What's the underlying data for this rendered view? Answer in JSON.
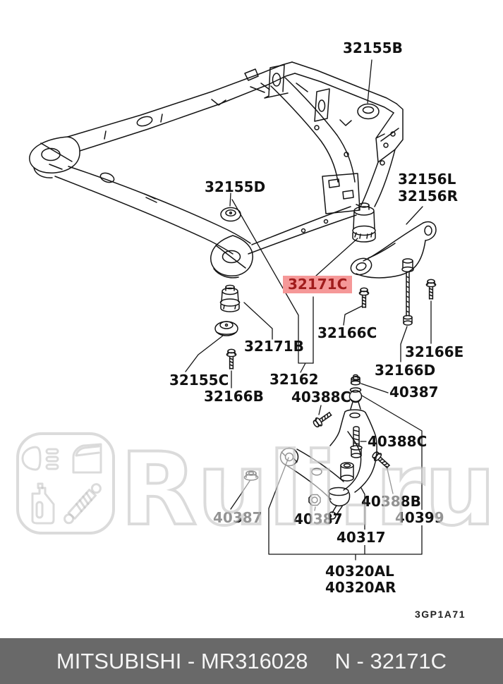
{
  "diagram": {
    "sheet_code": "3GP1A71",
    "labels": {
      "p32155B": "32155B",
      "p32155D": "32155D",
      "p32156L": "32156L",
      "p32156R": "32156R",
      "p32171C": "32171C",
      "p32166C": "32166C",
      "p32166E": "32166E",
      "p32166D": "32166D",
      "p32171B": "32171B",
      "p32162": "32162",
      "p32155C": "32155C",
      "p32166B": "32166B",
      "p40388C": "40388C",
      "p40388B": "40388B",
      "p40387": "40387",
      "p40399": "40399",
      "p40317": "40317",
      "p40320AL": "40320AL",
      "p40320AR": "40320AR"
    },
    "highlighted_part": "32171C"
  },
  "watermark": {
    "text": "Ruli.ru"
  },
  "footer": {
    "brand": "MITSUBISHI",
    "part_number": "MR316028",
    "left": "MITSUBISHI - MR316028",
    "right": "N - 32171C"
  },
  "colors": {
    "highlight-bg": "#F59898",
    "highlight-text": "#A11C1C",
    "footer-bg": "#696969",
    "footer-text": "#F5F5F5",
    "line": "#141414",
    "watermark": "#BEBEBE"
  }
}
